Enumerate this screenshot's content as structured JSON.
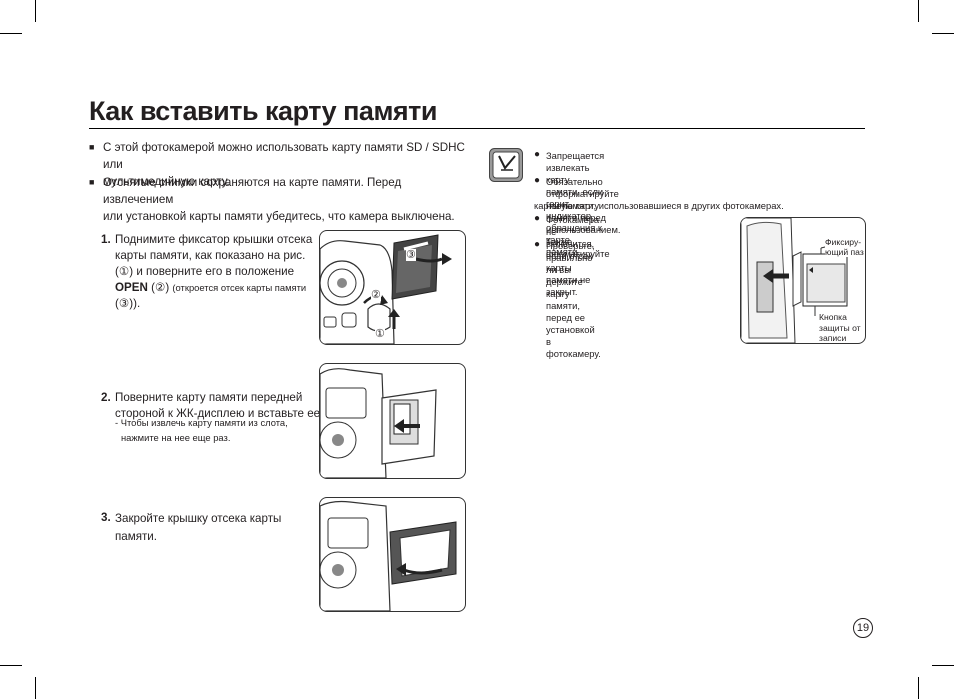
{
  "page": {
    "title": "Как вставить карту памяти",
    "page_number": "19"
  },
  "intro_bullets": [
    {
      "marker": "■",
      "line1": "С этой фотокамерой можно использовать карту памяти SD / SDHC или",
      "line2": "мультимедийную карту."
    },
    {
      "marker": "■",
      "line1": "Отснятые снимки сохраняются на карте памяти. Перед извлечением",
      "line2": "или установкой карты памяти убедитесь, что камера выключена."
    }
  ],
  "steps": [
    {
      "num": "1.",
      "line1": "Поднимите фиксатор крышки отсека",
      "line2": "карты памяти, как показано на рис.",
      "line3": "(①) и поверните его в положение",
      "open": "OPEN",
      "open_rest": " (②) ",
      "open_small": "(откроется отсек карты памяти",
      "line5": "(③))."
    },
    {
      "num": "2.",
      "line1": "Поверните карту памяти передней",
      "line2": "стороной к ЖК-дисплею и вставьте ее.",
      "sub1": "- Чтобы извлечь карту памяти из слота,",
      "sub2": "нажмите на нее еще раз."
    },
    {
      "num": "3.",
      "line1": "Закройте крышку отсека карты",
      "line2": "памяти."
    }
  ],
  "step1_callouts": {
    "c1": "①",
    "c2": "②",
    "c3": "③"
  },
  "notes": [
    {
      "marker": "●",
      "lines": [
        "Запрещается извлекать карту памяти, если горит индикатор",
        "обращения к карте памяти."
      ]
    },
    {
      "marker": "●",
      "lines": [
        "Обязательно отформатируйте новую карту памяти перед",
        "использованием. Также форматируйте",
        "карты памяти, использовавшиеся в других фотокамерах."
      ]
    },
    {
      "marker": "●",
      "lines": [
        "Фотокамера не включится, если отсек",
        "карты памяти не закрыт."
      ]
    },
    {
      "marker": "●",
      "lines": [
        "Проверьте, правильно ли вы держите",
        "карту памяти, перед ее установкой в",
        "фотокамеру."
      ]
    }
  ],
  "card_labels": {
    "latch1": "Фиксиру-",
    "latch2": "ющий паз",
    "protect1": "Кнопка",
    "protect2": "защиты от",
    "protect3": "записи"
  }
}
